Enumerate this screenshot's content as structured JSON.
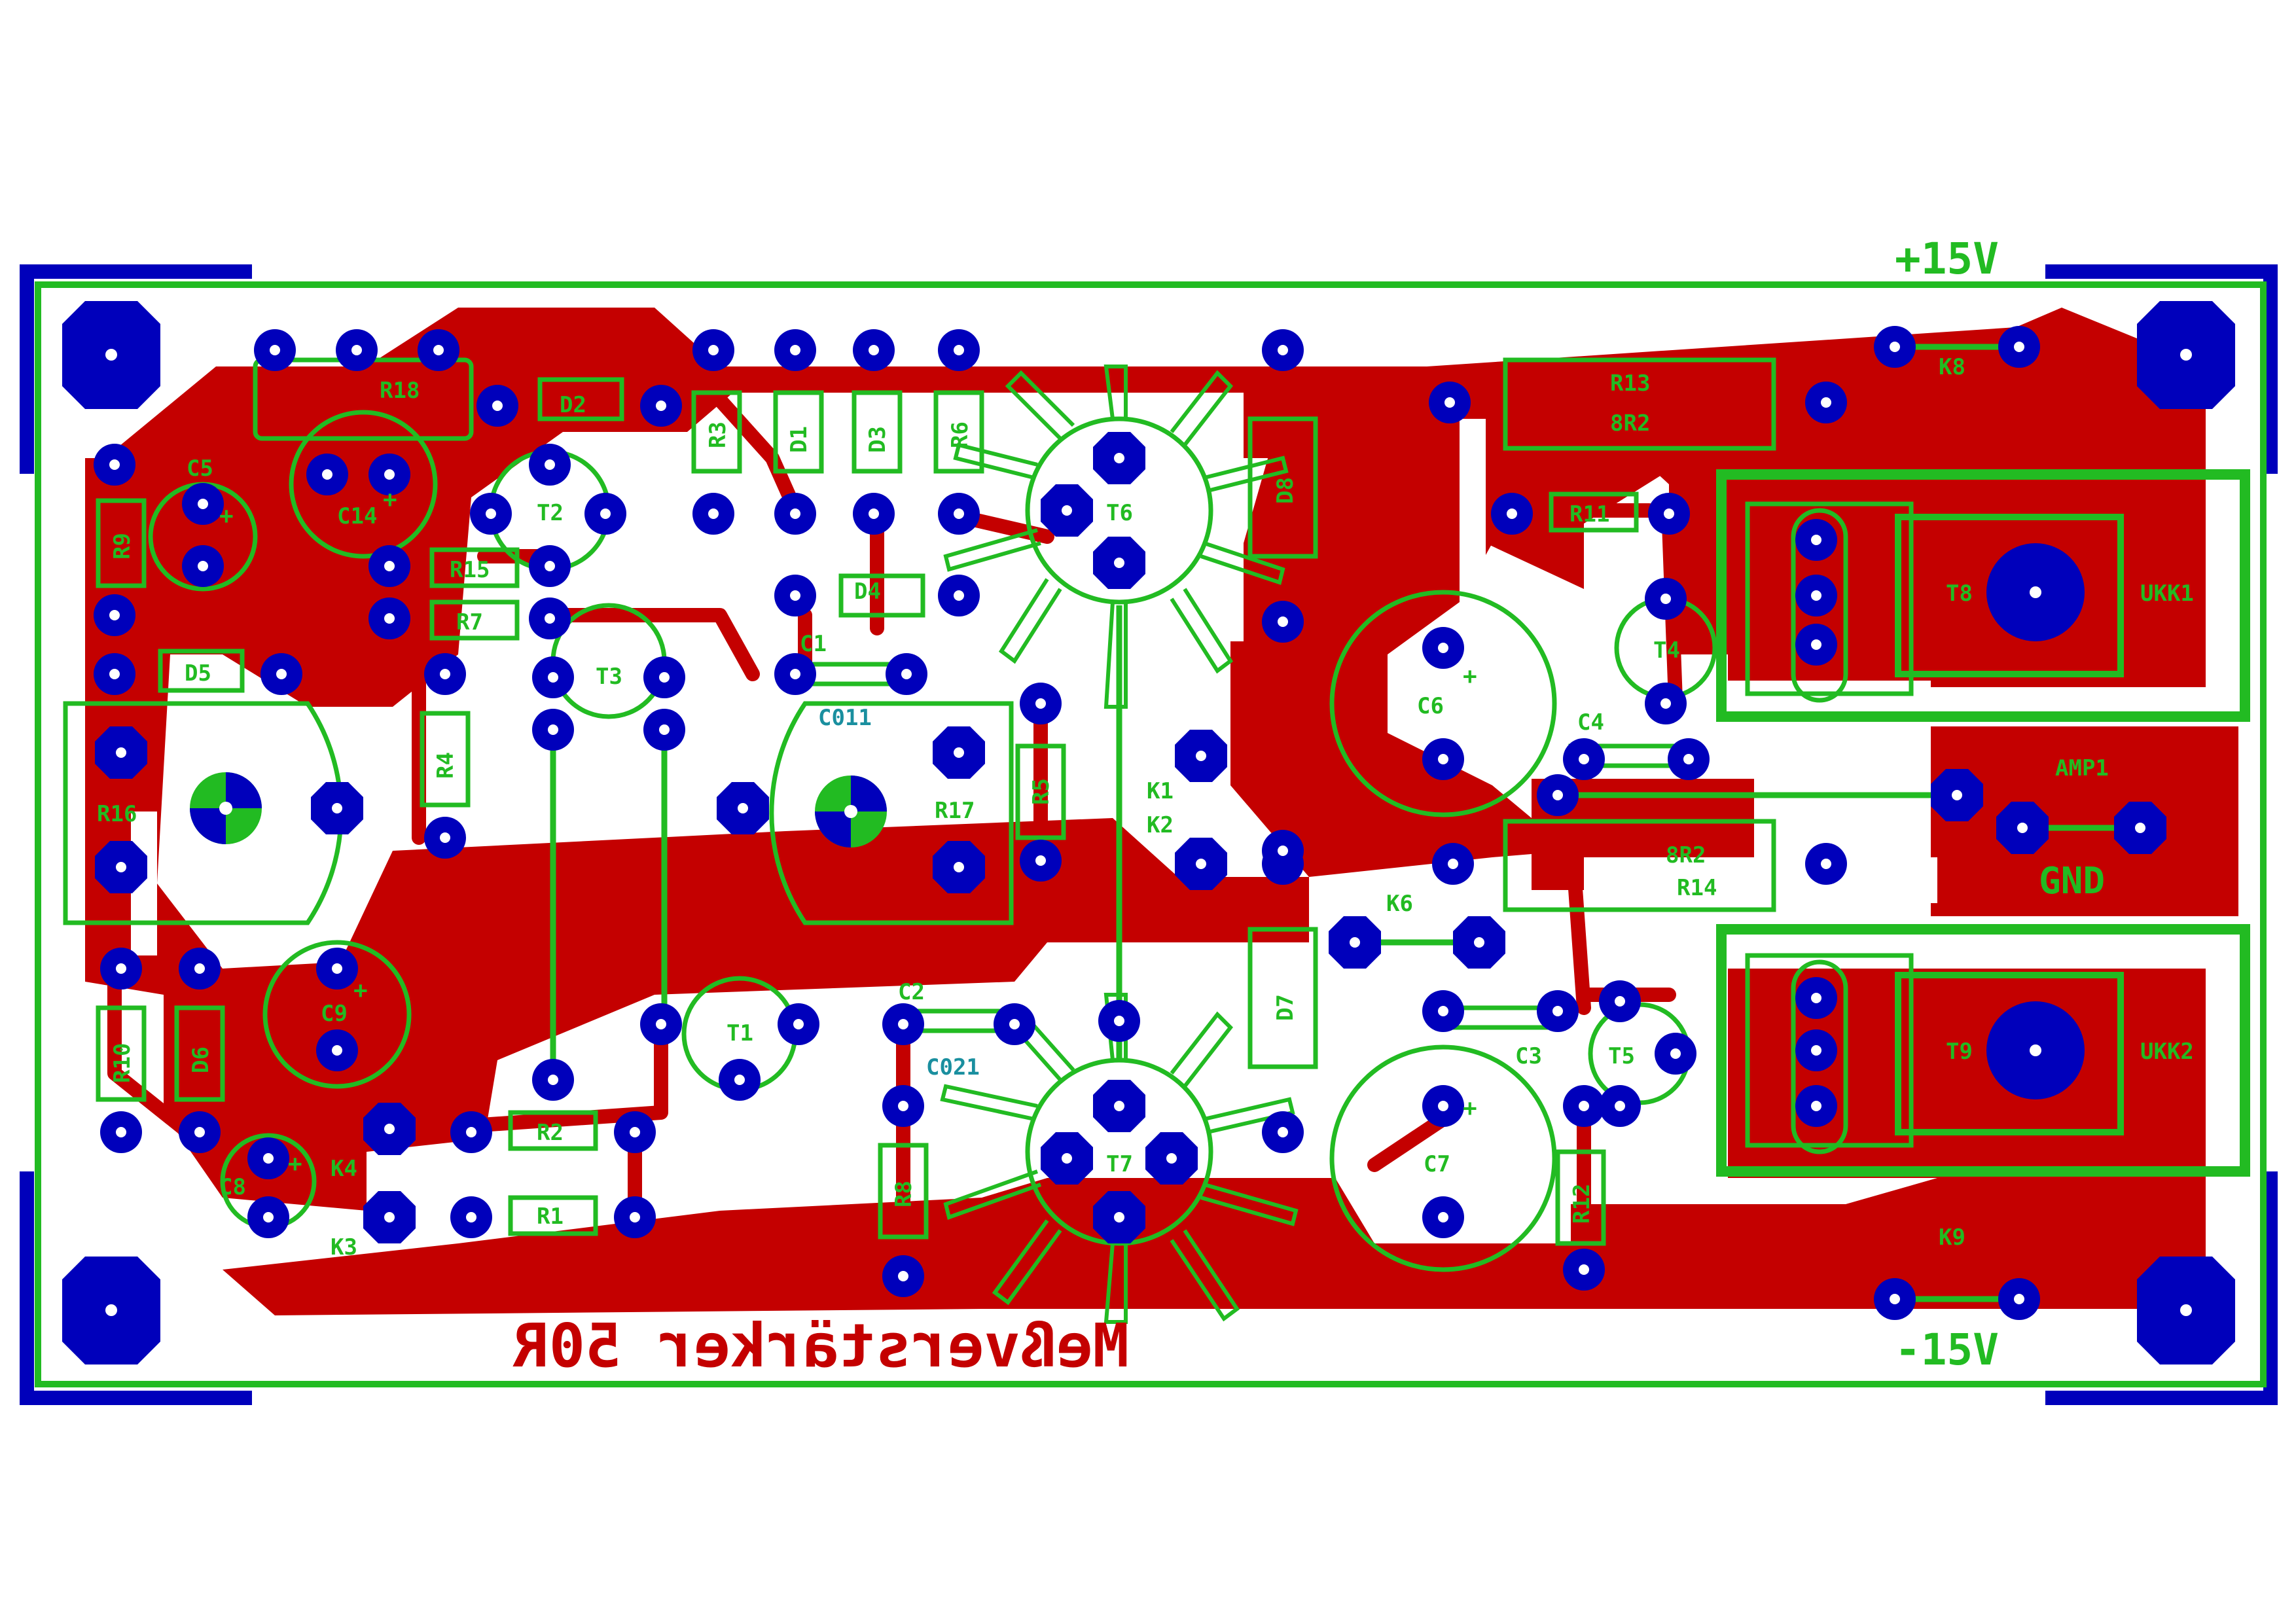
{
  "colors": {
    "copper": "#c40000",
    "pad": "#0000bb",
    "silk": "#22bb22",
    "cyan_label": "#1a8f9f",
    "frame": "#22bb22",
    "corner": "#0000bb"
  },
  "board": {
    "title": "Meßverstärker 50R",
    "supply_plus": "+15V",
    "supply_minus": "-15V",
    "gnd": "GND"
  },
  "labels": {
    "R18": "R18",
    "C5": "C5",
    "C14": "C14",
    "R9": "R9",
    "D2": "D2",
    "T2": "T2",
    "R15": "R15",
    "R7": "R7",
    "R3": "R3",
    "D1": "D1",
    "D3": "D3",
    "R6": "R6",
    "T6": "T6",
    "D8": "D8",
    "R13": "R13",
    "R13_value": "8R2",
    "K8": "K8",
    "R11": "R11",
    "T8": "T8",
    "UKK1": "UKK1",
    "D4": "D4",
    "T3": "T3",
    "D5": "D5",
    "C1": "C1",
    "C011": "C011",
    "T4": "T4",
    "C6": "C6",
    "C4": "C4",
    "R4": "R4",
    "R16": "R16",
    "R17": "R17",
    "R5": "R5",
    "K1": "K1",
    "K2": "K2",
    "AMP1": "AMP1",
    "R14": "R14",
    "R14_value": "8R2",
    "K6": "K6",
    "C9": "C9",
    "D7": "D7",
    "C2": "C2",
    "C021": "C021",
    "T1": "T1",
    "R10": "R10",
    "D6": "D6",
    "C3": "C3",
    "T5": "T5",
    "T9": "T9",
    "UKK2": "UKK2",
    "R2": "R2",
    "K4": "K4",
    "C8": "C8",
    "R1": "R1",
    "K3": "K3",
    "T7": "T7",
    "R8": "R8",
    "C7": "C7",
    "R12": "R12",
    "K9": "K9"
  }
}
